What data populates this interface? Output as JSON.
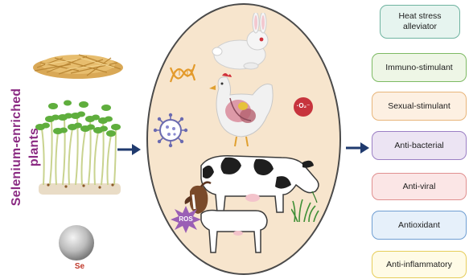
{
  "side_title": "Selenium-enriched plants",
  "se_label": "Se",
  "ros_label": "ROS",
  "superoxide_label": "·O₂⁻",
  "effects": [
    {
      "label": "Heat stress alleviator",
      "bg": "#e6f4ef",
      "border": "#6fb3a0"
    },
    {
      "label": "Immuno-stimulant",
      "bg": "#eef6e6",
      "border": "#7dba63"
    },
    {
      "label": "Sexual-stimulant",
      "bg": "#fdf0e2",
      "border": "#e8b57a"
    },
    {
      "label": "Anti-bacterial",
      "bg": "#ece4f3",
      "border": "#9b7fc4"
    },
    {
      "label": "Anti-viral",
      "bg": "#fbe6e6",
      "border": "#e08f8f"
    },
    {
      "label": "Antioxidant",
      "bg": "#e6f0fa",
      "border": "#6f9ed2"
    },
    {
      "label": "Anti-inflammatory",
      "bg": "#fffbe6",
      "border": "#e6cd5a"
    }
  ],
  "colors": {
    "arrow": "#1f3a6e",
    "title": "#8a2a82",
    "oval_fill": "#f7e5cd"
  }
}
